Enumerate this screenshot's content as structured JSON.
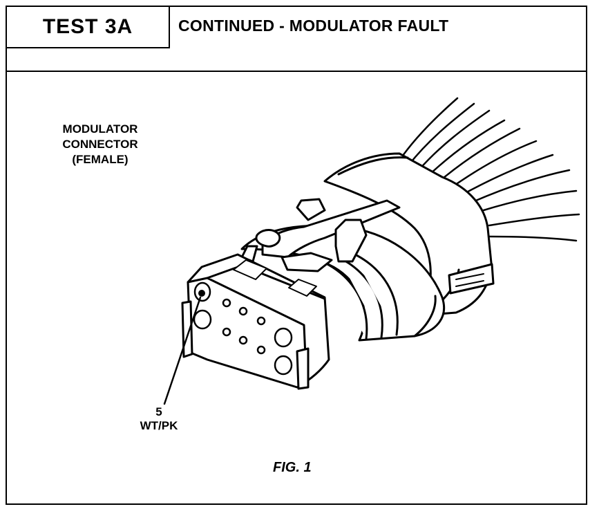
{
  "header": {
    "test_id": "TEST  3A",
    "title": "CONTINUED - MODULATOR FAULT"
  },
  "figure": {
    "connector_label_lines": [
      "MODULATOR",
      "CONNECTOR",
      "(FEMALE)"
    ],
    "pin_callout": {
      "pin_number": "5",
      "wire_color": "WT/PK"
    },
    "caption": "FIG. 1"
  }
}
